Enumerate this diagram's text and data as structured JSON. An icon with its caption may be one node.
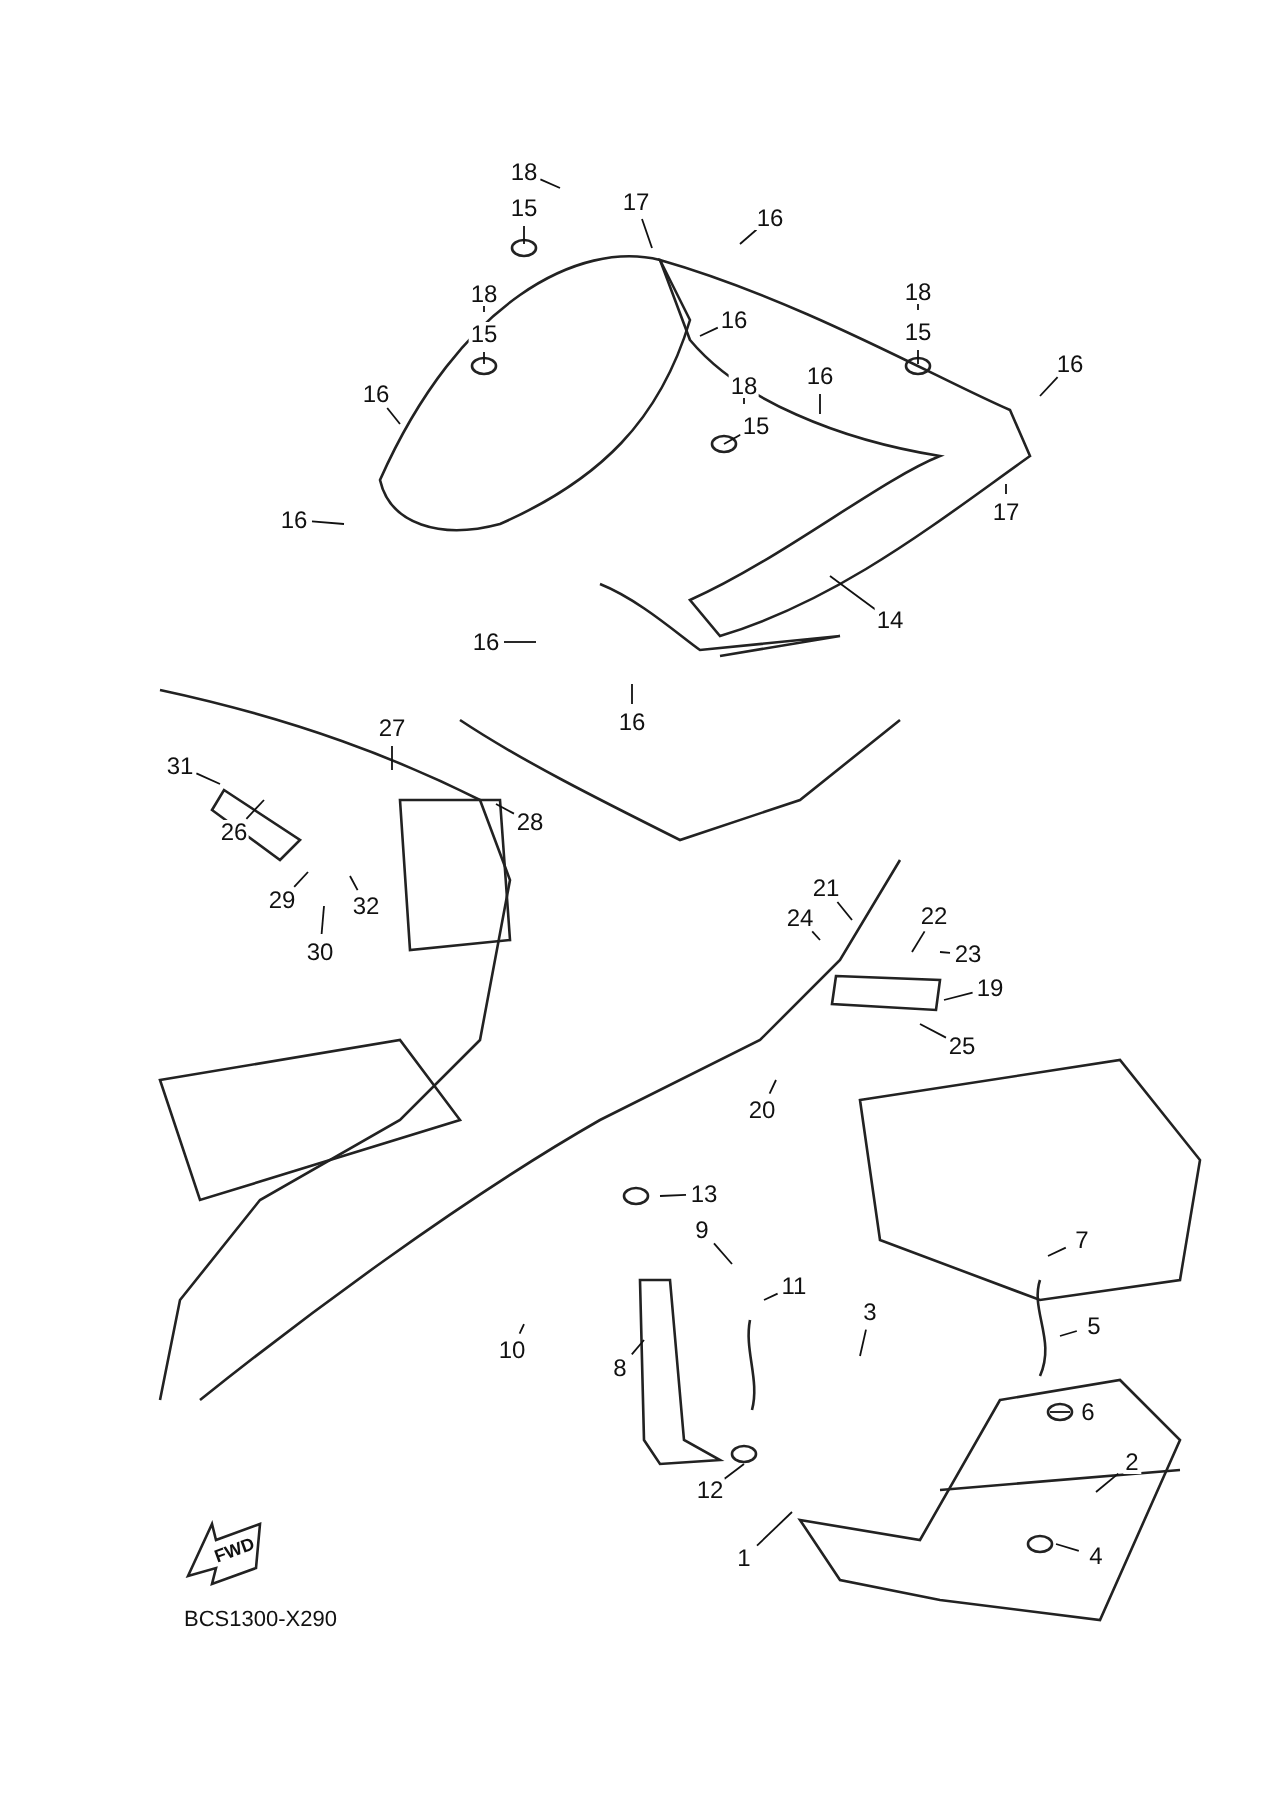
{
  "diagram": {
    "nodes": [
      {
        "text": [
          "18"
        ]
      },
      {
        "text": [
          "15"
        ]
      },
      {
        "text": [
          "17"
        ]
      },
      {
        "text": [
          "16"
        ]
      },
      {
        "text": [
          "18"
        ]
      },
      {
        "text": [
          "15"
        ]
      },
      {
        "text": [
          "16"
        ]
      },
      {
        "text": [
          "18"
        ]
      },
      {
        "text": [
          "15"
        ]
      },
      {
        "text": [
          "16"
        ]
      },
      {
        "text": [
          "18"
        ]
      },
      {
        "text": [
          "15"
        ]
      },
      {
        "text": [
          "16"
        ]
      },
      {
        "text": [
          "16"
        ]
      },
      {
        "text": [
          "16"
        ]
      },
      {
        "text": [
          "17"
        ]
      },
      {
        "text": [
          "14"
        ]
      },
      {
        "text": [
          "16"
        ]
      },
      {
        "text": [
          "16"
        ]
      },
      {
        "text": [
          "27"
        ]
      },
      {
        "text": [
          "31"
        ]
      },
      {
        "text": [
          "28"
        ]
      },
      {
        "text": [
          "26"
        ]
      },
      {
        "text": [
          "29"
        ]
      },
      {
        "text": [
          "32"
        ]
      },
      {
        "text": [
          "30"
        ]
      },
      {
        "text": [
          "21"
        ]
      },
      {
        "text": [
          "24"
        ]
      },
      {
        "text": [
          "22"
        ]
      },
      {
        "text": [
          "23"
        ]
      },
      {
        "text": [
          "19"
        ]
      },
      {
        "text": [
          "25"
        ]
      },
      {
        "text": [
          "20"
        ]
      },
      {
        "text": [
          "13"
        ]
      },
      {
        "text": [
          "9"
        ]
      },
      {
        "text": [
          "7"
        ]
      },
      {
        "text": [
          "11"
        ]
      },
      {
        "text": [
          "3"
        ]
      },
      {
        "text": [
          "5"
        ]
      },
      {
        "text": [
          "10"
        ]
      },
      {
        "text": [
          "8"
        ]
      },
      {
        "text": [
          "6"
        ]
      },
      {
        "text": [
          "2"
        ]
      },
      {
        "text": [
          "12"
        ]
      },
      {
        "text": [
          "1"
        ]
      },
      {
        "text": [
          "4"
        ]
      }
    ],
    "edges": [
      {
        "from": 0,
        "to": null,
        "arrow": "none"
      },
      {
        "from": 1,
        "to": null,
        "arrow": "none"
      },
      {
        "from": 2,
        "to": null,
        "arrow": "none"
      },
      {
        "from": 3,
        "to": null,
        "arrow": "none"
      },
      {
        "from": 4,
        "to": null,
        "arrow": "none"
      },
      {
        "from": 5,
        "to": null,
        "arrow": "none"
      },
      {
        "from": 6,
        "to": null,
        "arrow": "none"
      },
      {
        "from": 7,
        "to": null,
        "arrow": "none"
      },
      {
        "from": 8,
        "to": null,
        "arrow": "none"
      },
      {
        "from": 9,
        "to": null,
        "arrow": "none"
      },
      {
        "from": 10,
        "to": null,
        "arrow": "none"
      },
      {
        "from": 11,
        "to": null,
        "arrow": "none"
      },
      {
        "from": 12,
        "to": null,
        "arrow": "none"
      },
      {
        "from": 13,
        "to": null,
        "arrow": "none"
      },
      {
        "from": 14,
        "to": null,
        "arrow": "none"
      },
      {
        "from": 15,
        "to": null,
        "arrow": "none"
      },
      {
        "from": 16,
        "to": null,
        "arrow": "none"
      },
      {
        "from": 17,
        "to": null,
        "arrow": "none"
      },
      {
        "from": 18,
        "to": null,
        "arrow": "none"
      },
      {
        "from": 19,
        "to": null,
        "arrow": "none"
      },
      {
        "from": 20,
        "to": null,
        "arrow": "none"
      },
      {
        "from": 21,
        "to": null,
        "arrow": "none"
      },
      {
        "from": 22,
        "to": null,
        "arrow": "none"
      },
      {
        "from": 23,
        "to": null,
        "arrow": "none"
      },
      {
        "from": 24,
        "to": null,
        "arrow": "none"
      },
      {
        "from": 25,
        "to": null,
        "arrow": "none"
      },
      {
        "from": 26,
        "to": null,
        "arrow": "none"
      },
      {
        "from": 27,
        "to": null,
        "arrow": "none"
      },
      {
        "from": 28,
        "to": null,
        "arrow": "none"
      },
      {
        "from": 29,
        "to": null,
        "arrow": "none"
      },
      {
        "from": 30,
        "to": null,
        "arrow": "none"
      },
      {
        "from": 31,
        "to": null,
        "arrow": "none"
      },
      {
        "from": 32,
        "to": null,
        "arrow": "none"
      },
      {
        "from": 33,
        "to": null,
        "arrow": "none"
      },
      {
        "from": 34,
        "to": null,
        "arrow": "none"
      },
      {
        "from": 35,
        "to": null,
        "arrow": "none"
      },
      {
        "from": 36,
        "to": null,
        "arrow": "none"
      },
      {
        "from": 37,
        "to": null,
        "arrow": "none"
      },
      {
        "from": 38,
        "to": null,
        "arrow": "none"
      },
      {
        "from": 39,
        "to": null,
        "arrow": "none"
      },
      {
        "from": 40,
        "to": null,
        "arrow": "none"
      },
      {
        "from": 41,
        "to": null,
        "arrow": "none"
      },
      {
        "from": 42,
        "to": null,
        "arrow": "none"
      },
      {
        "from": 43,
        "to": null,
        "arrow": "none"
      },
      {
        "from": 44,
        "to": null,
        "arrow": "none"
      },
      {
        "from": 45,
        "to": null,
        "arrow": "none"
      }
    ],
    "labels": [
      "FWD",
      "BCS1300-X290"
    ]
  }
}
